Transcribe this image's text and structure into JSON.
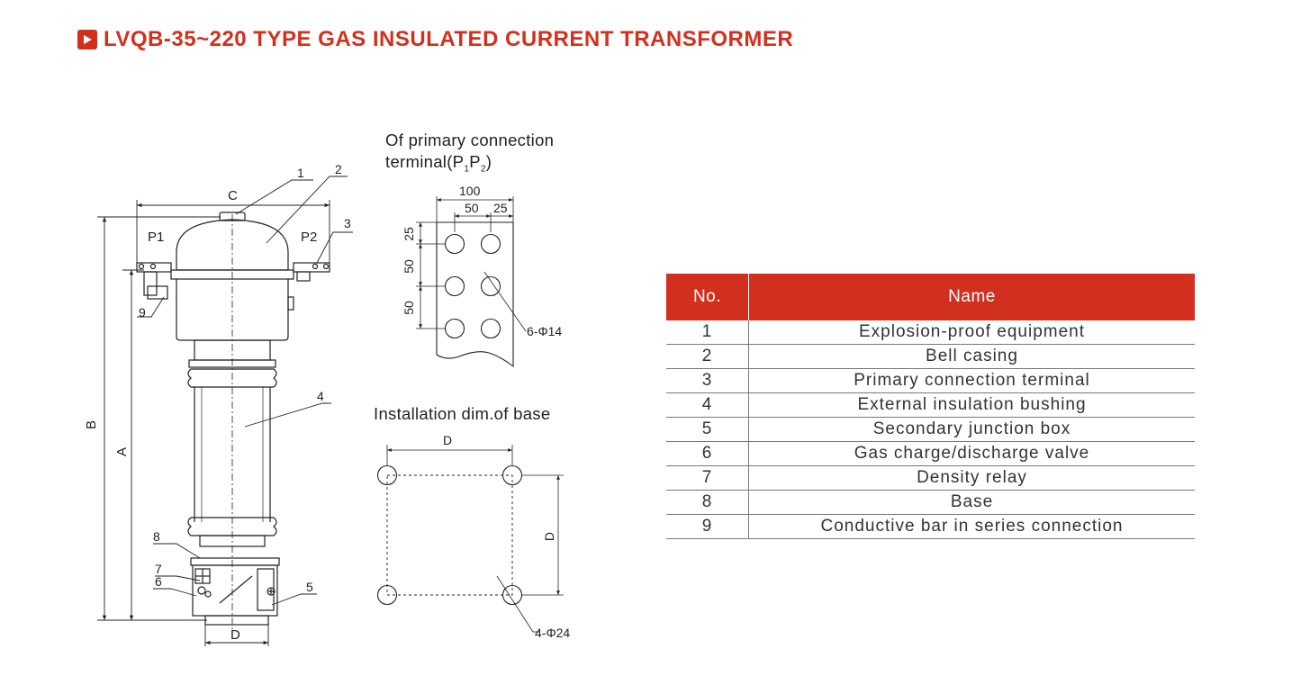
{
  "title": "LVQB-35~220 TYPE GAS INSULATED CURRENT TRANSFORMER",
  "icons": {
    "title": "play-icon",
    "accent_color": "#d2301e"
  },
  "drawing_labels": {
    "dim_c": "C",
    "dim_b": "B",
    "dim_a": "A",
    "dim_d": "D",
    "terminal_p1": "P1",
    "terminal_p2": "P2",
    "callouts": [
      "1",
      "2",
      "3",
      "4",
      "5",
      "6",
      "7",
      "8",
      "9"
    ]
  },
  "terminal_detail": {
    "caption_line1": "Of primary connection",
    "caption_line2_prefix": "terminal(P",
    "caption_sub1": "1",
    "caption_mid": "P",
    "caption_sub2": "2",
    "caption_suffix": ")",
    "dim_width": "100",
    "dim_spacing": "50",
    "dim_edge": "25",
    "dim_v1": "25",
    "dim_v2": "50",
    "dim_v3": "50",
    "hole_label": "6-Φ14"
  },
  "base_detail": {
    "caption": "Installation dim.of base",
    "dim_h": "D",
    "dim_v": "D",
    "hole_label": "4-Φ24"
  },
  "parts_table": {
    "headers": {
      "no": "No.",
      "name": "Name"
    },
    "rows": [
      {
        "no": "1",
        "name": "Explosion-proof equipment"
      },
      {
        "no": "2",
        "name": "Bell casing"
      },
      {
        "no": "3",
        "name": "Primary connection terminal"
      },
      {
        "no": "4",
        "name": "External insulation bushing"
      },
      {
        "no": "5",
        "name": "Secondary junction box"
      },
      {
        "no": "6",
        "name": "Gas charge/discharge valve"
      },
      {
        "no": "7",
        "name": "Density relay"
      },
      {
        "no": "8",
        "name": "Base"
      },
      {
        "no": "9",
        "name": "Conductive bar in series connection"
      }
    ]
  }
}
